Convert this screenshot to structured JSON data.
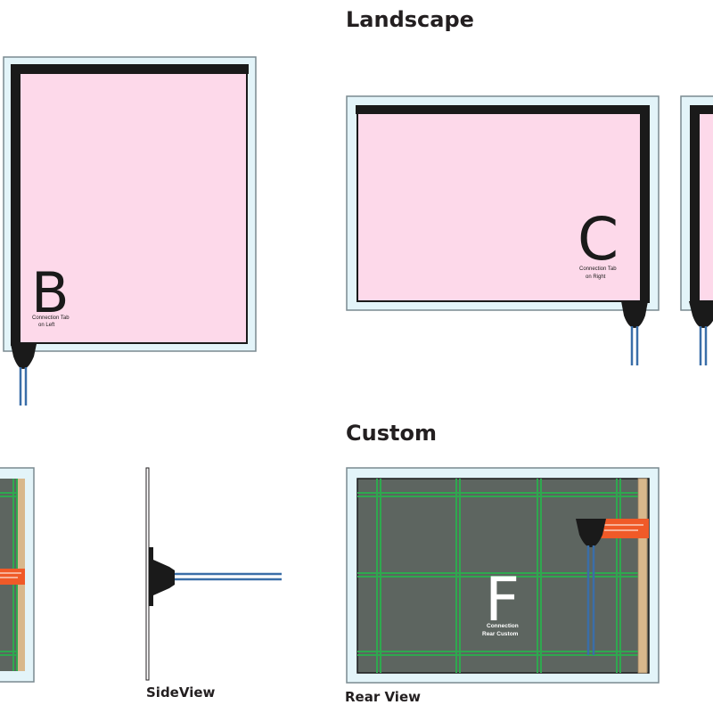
{
  "headings": {
    "landscape": "Landscape",
    "custom": "Custom"
  },
  "captions": {
    "side_view": "SideView",
    "rear_view": "Rear View"
  },
  "panels": {
    "b": {
      "letter": "B",
      "note_line1": "Connection Tab",
      "note_line2": "on Left"
    },
    "c": {
      "letter": "C",
      "note_line1": "Connection Tab",
      "note_line2": "on Right"
    },
    "f": {
      "letter": "F",
      "note_line1": "Connection",
      "note_line2": "Rear Custom"
    }
  },
  "colors": {
    "frame": "#e3f4f9",
    "frame_border": "#7a8a90",
    "panel_pink": "#fdd9ea",
    "bus_bar": "#1a1a1a",
    "wire_blue": "#3a6ea8",
    "rear_panel": "#5d6560",
    "grid_green": "#2fa84f",
    "tab_orange": "#f05a28",
    "tan_strip": "#d8b88c"
  }
}
